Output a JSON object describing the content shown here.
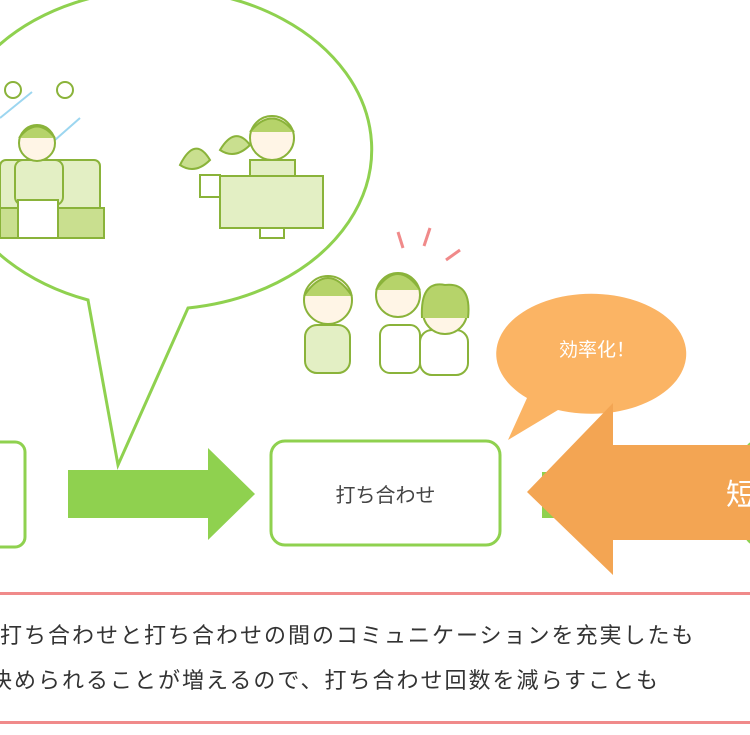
{
  "diagram": {
    "center_box_label": "打ち合わせ",
    "bubble_label": "効率化！",
    "arrow_label_partial": "短",
    "colors": {
      "green": "#8fd14f",
      "orange": "#f3a553",
      "orange_light": "#fbb464",
      "pink": "#f08a8a"
    }
  },
  "note": {
    "line1": "打ち合わせと打ち合わせの間のコミュニケーションを充実したも",
    "line2": "決められることが増えるので、打ち合わせ回数を減らすことも"
  }
}
